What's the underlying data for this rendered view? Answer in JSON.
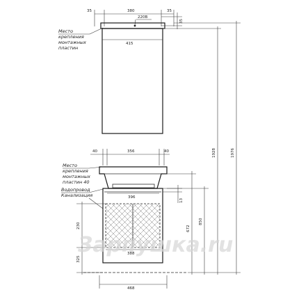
{
  "top_unit": {
    "dim_left": "35",
    "dim_center": "380",
    "dim_right": "35",
    "dim_side": "35",
    "power_label": "220В",
    "width_label": "415",
    "mount_note": [
      "Место",
      "крепления",
      "монтажных",
      "пластин"
    ]
  },
  "bottom_unit": {
    "top_left": "40",
    "top_center": "356",
    "top_right": "40",
    "basin_width": "396",
    "drawer_width": "388",
    "overall_width": "468",
    "small_side": "13",
    "mount_note": [
      "Место",
      "крепления",
      "монтажных",
      "пластин 40"
    ],
    "water_note": [
      "Водопровод",
      "Канализация"
    ]
  },
  "vertical_dims": {
    "d230": "230",
    "d325": "325",
    "d672": "672",
    "d850": "850",
    "d1928": "1928",
    "d1976": "1976"
  },
  "watermark": "Зарпушка.ru"
}
